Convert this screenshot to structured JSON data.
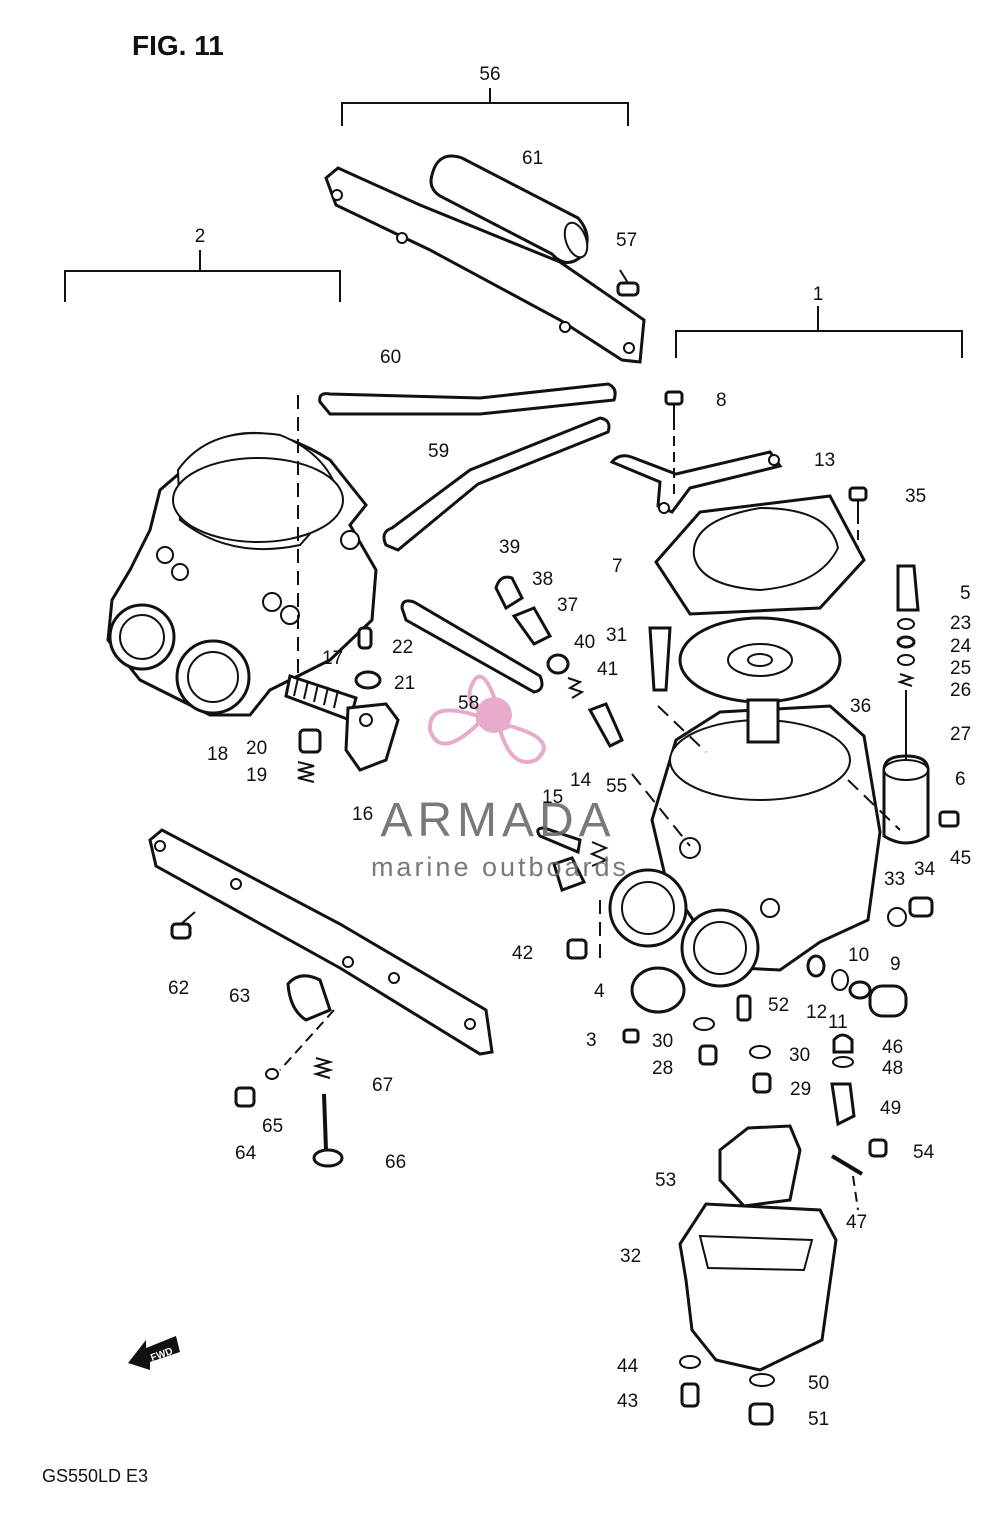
{
  "figure_title": "FIG. 11",
  "model_code": "GS550LD  E3",
  "fwd_label": "FWD",
  "watermark": {
    "brand": "ARMADA",
    "tagline": "marine outboards",
    "accent_color": "#e6a2c6",
    "text_color": "#6b6b6b",
    "icon": "propeller-logo-icon"
  },
  "assembly_labels": [
    "56",
    "2",
    "1"
  ],
  "part_labels": [
    "61",
    "57",
    "60",
    "59",
    "8",
    "13",
    "35",
    "7",
    "5",
    "23",
    "24",
    "25",
    "26",
    "27",
    "6",
    "45",
    "36",
    "39",
    "38",
    "37",
    "40",
    "41",
    "31",
    "22",
    "21",
    "17",
    "58",
    "18",
    "20",
    "19",
    "16",
    "14",
    "15",
    "55",
    "33",
    "34",
    "10",
    "9",
    "42",
    "4",
    "52",
    "12",
    "11",
    "3",
    "30",
    "30",
    "46",
    "48",
    "28",
    "29",
    "49",
    "54",
    "47",
    "53",
    "32",
    "44",
    "43",
    "50",
    "51",
    "62",
    "63",
    "64",
    "65",
    "67",
    "66"
  ]
}
